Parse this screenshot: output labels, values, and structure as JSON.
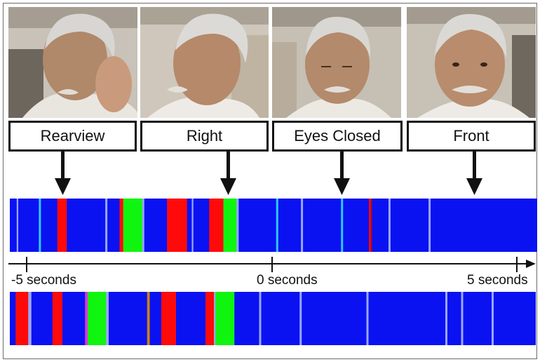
{
  "photos": [
    {
      "name": "rearview"
    },
    {
      "name": "right"
    },
    {
      "name": "eyes-closed"
    },
    {
      "name": "front"
    }
  ],
  "labels": [
    "Rearview",
    "Right",
    "Eyes Closed",
    "Front"
  ],
  "timeline": {
    "tick_labels": [
      "-5 seconds",
      "0 seconds",
      "5 seconds"
    ]
  },
  "colors": {
    "blue": "#0a12f2",
    "red": "#ff0a0a",
    "green": "#10f510",
    "light": "#9aa6ff",
    "cyan": "#30c8ff",
    "orange": "#d08010",
    "magenta": "#e030e0",
    "darkred": "#a00a30"
  },
  "strips": {
    "top": {
      "range": [
        0,
        1
      ],
      "segments": [
        {
          "start": 0.0,
          "end": 0.013,
          "color": "blue"
        },
        {
          "start": 0.013,
          "end": 0.016,
          "color": "light"
        },
        {
          "start": 0.016,
          "end": 0.055,
          "color": "blue"
        },
        {
          "start": 0.055,
          "end": 0.059,
          "color": "cyan"
        },
        {
          "start": 0.059,
          "end": 0.09,
          "color": "blue"
        },
        {
          "start": 0.09,
          "end": 0.108,
          "color": "red"
        },
        {
          "start": 0.108,
          "end": 0.181,
          "color": "blue"
        },
        {
          "start": 0.181,
          "end": 0.185,
          "color": "light"
        },
        {
          "start": 0.185,
          "end": 0.208,
          "color": "blue"
        },
        {
          "start": 0.208,
          "end": 0.215,
          "color": "red"
        },
        {
          "start": 0.215,
          "end": 0.251,
          "color": "green"
        },
        {
          "start": 0.251,
          "end": 0.255,
          "color": "light"
        },
        {
          "start": 0.255,
          "end": 0.298,
          "color": "blue"
        },
        {
          "start": 0.298,
          "end": 0.336,
          "color": "red"
        },
        {
          "start": 0.336,
          "end": 0.345,
          "color": "blue"
        },
        {
          "start": 0.345,
          "end": 0.348,
          "color": "light"
        },
        {
          "start": 0.348,
          "end": 0.378,
          "color": "blue"
        },
        {
          "start": 0.378,
          "end": 0.405,
          "color": "red"
        },
        {
          "start": 0.405,
          "end": 0.43,
          "color": "green"
        },
        {
          "start": 0.43,
          "end": 0.434,
          "color": "light"
        },
        {
          "start": 0.434,
          "end": 0.505,
          "color": "blue"
        },
        {
          "start": 0.505,
          "end": 0.509,
          "color": "cyan"
        },
        {
          "start": 0.509,
          "end": 0.552,
          "color": "blue"
        },
        {
          "start": 0.552,
          "end": 0.556,
          "color": "light"
        },
        {
          "start": 0.556,
          "end": 0.628,
          "color": "blue"
        },
        {
          "start": 0.628,
          "end": 0.632,
          "color": "cyan"
        },
        {
          "start": 0.632,
          "end": 0.681,
          "color": "blue"
        },
        {
          "start": 0.681,
          "end": 0.684,
          "color": "red"
        },
        {
          "start": 0.684,
          "end": 0.687,
          "color": "darkred"
        },
        {
          "start": 0.687,
          "end": 0.718,
          "color": "blue"
        },
        {
          "start": 0.718,
          "end": 0.722,
          "color": "light"
        },
        {
          "start": 0.722,
          "end": 0.794,
          "color": "blue"
        },
        {
          "start": 0.794,
          "end": 0.798,
          "color": "light"
        },
        {
          "start": 0.798,
          "end": 1.0,
          "color": "blue"
        }
      ]
    },
    "bottom": {
      "range": [
        0,
        1
      ],
      "segments": [
        {
          "start": 0.0,
          "end": 0.011,
          "color": "blue"
        },
        {
          "start": 0.011,
          "end": 0.035,
          "color": "red"
        },
        {
          "start": 0.035,
          "end": 0.041,
          "color": "light"
        },
        {
          "start": 0.041,
          "end": 0.081,
          "color": "blue"
        },
        {
          "start": 0.081,
          "end": 0.1,
          "color": "red"
        },
        {
          "start": 0.1,
          "end": 0.143,
          "color": "blue"
        },
        {
          "start": 0.143,
          "end": 0.148,
          "color": "magenta"
        },
        {
          "start": 0.148,
          "end": 0.183,
          "color": "green"
        },
        {
          "start": 0.183,
          "end": 0.188,
          "color": "light"
        },
        {
          "start": 0.188,
          "end": 0.261,
          "color": "blue"
        },
        {
          "start": 0.261,
          "end": 0.266,
          "color": "orange"
        },
        {
          "start": 0.266,
          "end": 0.288,
          "color": "blue"
        },
        {
          "start": 0.288,
          "end": 0.316,
          "color": "red"
        },
        {
          "start": 0.316,
          "end": 0.372,
          "color": "blue"
        },
        {
          "start": 0.372,
          "end": 0.388,
          "color": "red"
        },
        {
          "start": 0.388,
          "end": 0.391,
          "color": "light"
        },
        {
          "start": 0.391,
          "end": 0.427,
          "color": "green"
        },
        {
          "start": 0.427,
          "end": 0.474,
          "color": "blue"
        },
        {
          "start": 0.474,
          "end": 0.478,
          "color": "light"
        },
        {
          "start": 0.478,
          "end": 0.551,
          "color": "blue"
        },
        {
          "start": 0.551,
          "end": 0.555,
          "color": "light"
        },
        {
          "start": 0.555,
          "end": 0.678,
          "color": "blue"
        },
        {
          "start": 0.678,
          "end": 0.682,
          "color": "light"
        },
        {
          "start": 0.682,
          "end": 0.828,
          "color": "blue"
        },
        {
          "start": 0.828,
          "end": 0.832,
          "color": "light"
        },
        {
          "start": 0.832,
          "end": 0.858,
          "color": "blue"
        },
        {
          "start": 0.858,
          "end": 0.862,
          "color": "light"
        },
        {
          "start": 0.862,
          "end": 0.916,
          "color": "blue"
        },
        {
          "start": 0.916,
          "end": 0.92,
          "color": "light"
        },
        {
          "start": 0.92,
          "end": 1.0,
          "color": "blue"
        }
      ]
    }
  }
}
